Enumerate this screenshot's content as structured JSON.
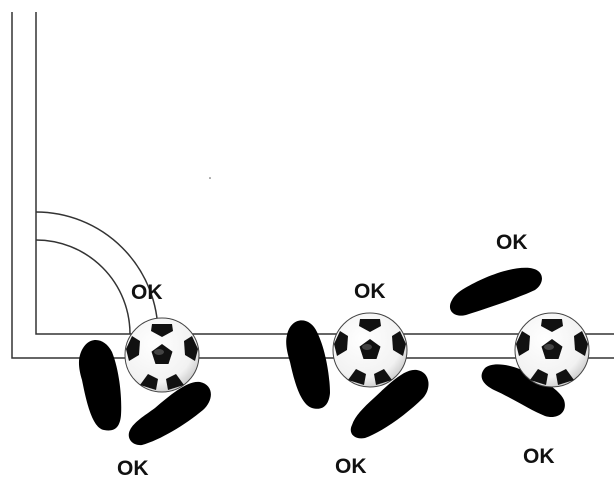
{
  "colors": {
    "background": "#ffffff",
    "field_lines": "#333333",
    "shoe": "#000000",
    "ball_white": "#ffffff",
    "ball_black": "#111111",
    "label": "#111111"
  },
  "icons": [
    "soccer-ball-icon",
    "shoe-print-icon"
  ],
  "scenarios": [
    {
      "labels": [
        "OK",
        "OK"
      ]
    },
    {
      "labels": [
        "OK",
        "OK"
      ]
    },
    {
      "labels": [
        "OK",
        "OK"
      ]
    }
  ]
}
